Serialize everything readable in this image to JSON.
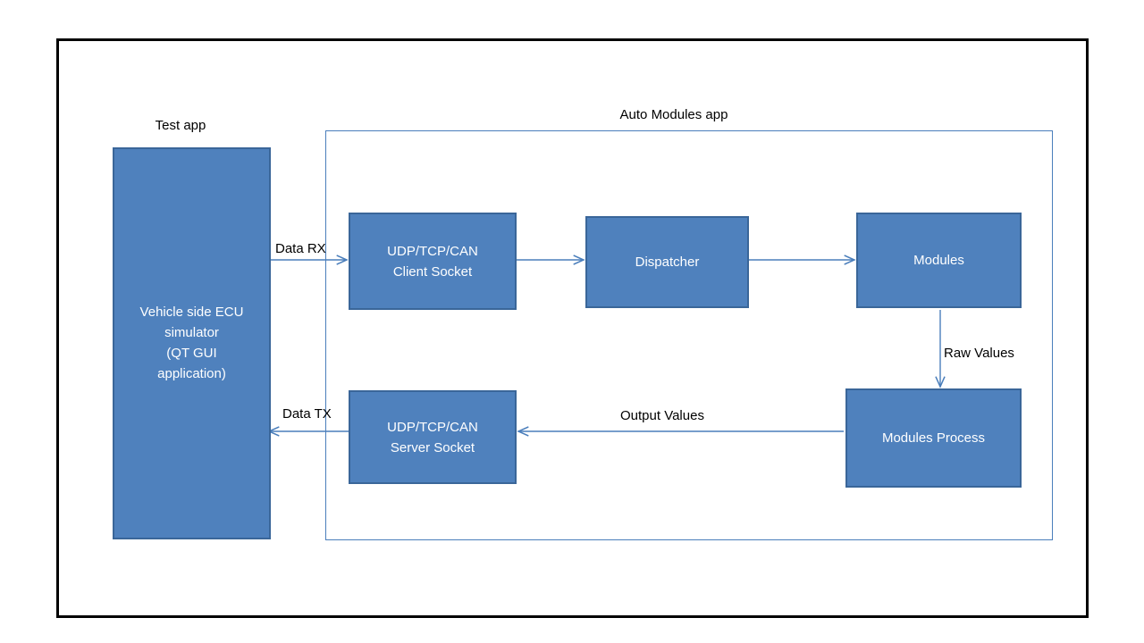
{
  "diagram": {
    "title_visible": false,
    "colors": {
      "node_fill": "#4F81BD",
      "node_border": "#3a6699",
      "group_border": "#4a7ebb",
      "connector": "#4a7ebb",
      "frame": "#000000",
      "node_text": "#ffffff",
      "label_text": "#000000"
    },
    "captions": {
      "test_app": "Test app",
      "auto_modules_app": "Auto Modules app"
    },
    "nodes": {
      "ecu_simulator": {
        "lines": [
          "Vehicle side ECU",
          "simulator",
          "(QT GUI",
          "application)"
        ],
        "text": "Vehicle side ECU simulator (QT GUI application)"
      },
      "client_socket": {
        "lines": [
          "UDP/TCP/CAN",
          "Client Socket"
        ],
        "text": "UDP/TCP/CAN Client Socket"
      },
      "dispatcher": {
        "lines": [
          "Dispatcher"
        ],
        "text": "Dispatcher"
      },
      "modules": {
        "lines": [
          "Modules"
        ],
        "text": "Modules"
      },
      "server_socket": {
        "lines": [
          "UDP/TCP/CAN",
          "Server Socket"
        ],
        "text": "UDP/TCP/CAN Server Socket"
      },
      "modules_process": {
        "lines": [
          "Modules Process"
        ],
        "text": "Modules Process"
      }
    },
    "edges": {
      "data_rx": "Data RX",
      "data_tx": "Data TX",
      "raw_values": "Raw Values",
      "output_values": "Output Values"
    }
  }
}
